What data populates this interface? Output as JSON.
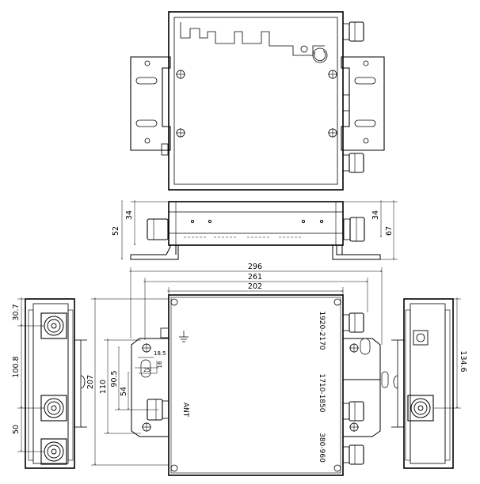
{
  "top_view": {},
  "side_view": {
    "dims": {
      "height_left": "52",
      "height_inner_left": "34",
      "height_inner_right": "34",
      "height_total": "67"
    }
  },
  "front_view": {
    "dims": {
      "width_overall": "296",
      "width_mounting": "261",
      "width_body": "202",
      "height_overall": "207",
      "height_mount": "110",
      "height_port": "90.5",
      "height_port_inner": "54",
      "detail_a": "18.5",
      "detail_b": "25",
      "detail_c": "16"
    },
    "port_labels": [
      "1920-2170",
      "1710-1850",
      "380-960"
    ],
    "ant_label": "ANT"
  },
  "left_end_view": {
    "dims": {
      "top_offset": "30.7",
      "spacing_1": "100.8",
      "spacing_2": "50"
    }
  },
  "right_end_view": {
    "dims": {
      "connector_offset": "134.6"
    }
  }
}
